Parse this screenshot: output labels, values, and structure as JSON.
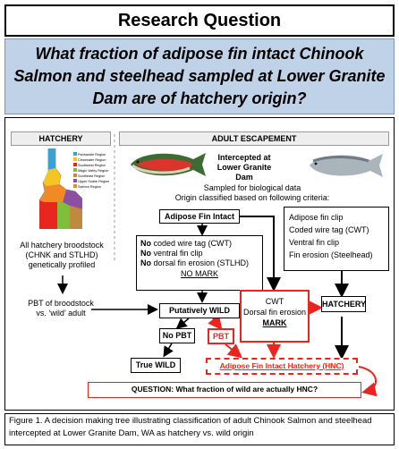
{
  "title": "Research Question",
  "question": "What fraction of adipose fin intact Chinook Salmon and steelhead sampled at Lower Granite Dam are of hatchery origin?",
  "hatchery_panel": {
    "header": "HATCHERY",
    "map_legend": [
      "Panhandle Region",
      "Clearwater Region",
      "Southwest Region",
      "Magic Valley Region",
      "Southeast Region",
      "Upper Snake Region",
      "Salmon Region"
    ],
    "map_legend_colors": [
      "#3aa0d8",
      "#f3c623",
      "#e8251f",
      "#7bbf3a",
      "#c08a3e",
      "#8c4fa3",
      "#f08a24"
    ],
    "broodstock_text_line1": "All hatchery broodstock",
    "broodstock_text_line2": "(CHNK and STLHD)",
    "broodstock_text_line3": "genetically profiled",
    "pbt_text_line1": "PBT of broodstock",
    "pbt_text_line2": "vs. ‘wild’ adult"
  },
  "escapement_panel": {
    "header": "ADULT ESCAPEMENT",
    "intercept_line1": "Intercepted at",
    "intercept_line2": "Lower Granite Dam",
    "sampled_line1": "Sampled for biological data",
    "sampled_line2": "Origin classified based on following criteria:"
  },
  "nodes": {
    "adipose_intact": "Adipose Fin Intact",
    "criteria_lines": [
      "coded wire tag (CWT)",
      "ventral fin clip",
      "dorsal fin erosion (STLHD)"
    ],
    "criteria_prefix": "No",
    "no_mark": "NO MARK",
    "hatchery_criteria": [
      "Adipose fin clip",
      "Coded wire tag (CWT)",
      "Ventral fin clip",
      "Fin erosion (Steelhead)"
    ],
    "putatively_wild": "Putatively WILD",
    "cwt_lines": [
      "CWT",
      "Dorsal fin erosion"
    ],
    "mark": "MARK",
    "hatchery": "HATCHERY",
    "no_pbt": "No PBT",
    "pbt": "PBT",
    "true_wild": "True WILD",
    "hnc": "Adipose Fin Intact Hatchery (HNC)",
    "final_question": "QUESTION: What fraction of wild are actually HNC?"
  },
  "caption": "Figure 1. A decision making tree illustrating classification of adult Chinook Salmon and steelhead intercepted at Lower Granite Dam, WA as hatchery vs. wild origin",
  "colors": {
    "accent_red": "#e8251f",
    "question_bg": "#bfd2e7"
  }
}
